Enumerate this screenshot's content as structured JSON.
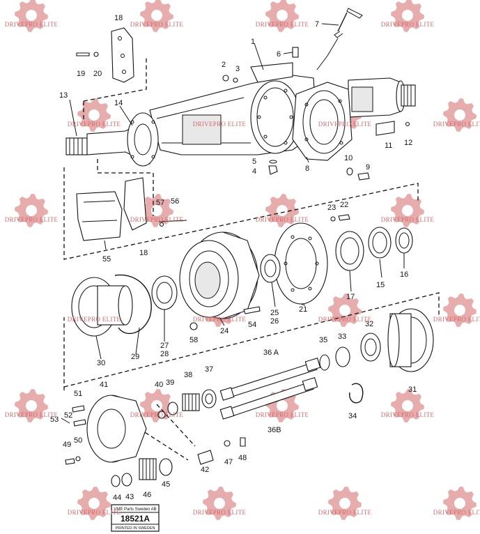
{
  "watermark": {
    "text": "DRIVEPRO ELITE",
    "color": "#d46a6a"
  },
  "parts": [
    {
      "id": "p1",
      "number": "1"
    },
    {
      "id": "p2",
      "number": "2"
    },
    {
      "id": "p3",
      "number": "3"
    },
    {
      "id": "p4",
      "number": "4"
    },
    {
      "id": "p5",
      "number": "5"
    },
    {
      "id": "p6",
      "number": "6"
    },
    {
      "id": "p7",
      "number": "7"
    },
    {
      "id": "p8",
      "number": "8"
    },
    {
      "id": "p9",
      "number": "9"
    },
    {
      "id": "p10",
      "number": "10"
    },
    {
      "id": "p11",
      "number": "11"
    },
    {
      "id": "p12",
      "number": "12"
    },
    {
      "id": "p13",
      "number": "13"
    },
    {
      "id": "p14",
      "number": "14"
    },
    {
      "id": "p15",
      "number": "15"
    },
    {
      "id": "p16",
      "number": "16"
    },
    {
      "id": "p17",
      "number": "17"
    },
    {
      "id": "p18a",
      "number": "18"
    },
    {
      "id": "p18b",
      "number": "18"
    },
    {
      "id": "p19",
      "number": "19"
    },
    {
      "id": "p20",
      "number": "20"
    },
    {
      "id": "p21",
      "number": "21"
    },
    {
      "id": "p22",
      "number": "22"
    },
    {
      "id": "p23",
      "number": "23"
    },
    {
      "id": "p24",
      "number": "24"
    },
    {
      "id": "p25",
      "number": "25"
    },
    {
      "id": "p26",
      "number": "26"
    },
    {
      "id": "p27",
      "number": "27"
    },
    {
      "id": "p28",
      "number": "28"
    },
    {
      "id": "p29",
      "number": "29"
    },
    {
      "id": "p30",
      "number": "30"
    },
    {
      "id": "p31",
      "number": "31"
    },
    {
      "id": "p32",
      "number": "32"
    },
    {
      "id": "p33",
      "number": "33"
    },
    {
      "id": "p34",
      "number": "34"
    },
    {
      "id": "p35",
      "number": "35"
    },
    {
      "id": "p36a",
      "number": "36 A"
    },
    {
      "id": "p36b",
      "number": "36B"
    },
    {
      "id": "p37",
      "number": "37"
    },
    {
      "id": "p38",
      "number": "38"
    },
    {
      "id": "p39",
      "number": "39"
    },
    {
      "id": "p40",
      "number": "40"
    },
    {
      "id": "p41",
      "number": "41"
    },
    {
      "id": "p42",
      "number": "42"
    },
    {
      "id": "p43",
      "number": "43"
    },
    {
      "id": "p44",
      "number": "44"
    },
    {
      "id": "p45",
      "number": "45"
    },
    {
      "id": "p46",
      "number": "46"
    },
    {
      "id": "p47",
      "number": "47"
    },
    {
      "id": "p48",
      "number": "48"
    },
    {
      "id": "p49",
      "number": "49"
    },
    {
      "id": "p50",
      "number": "50"
    },
    {
      "id": "p51",
      "number": "51"
    },
    {
      "id": "p52",
      "number": "52"
    },
    {
      "id": "p53",
      "number": "53"
    },
    {
      "id": "p54",
      "number": "54"
    },
    {
      "id": "p55",
      "number": "55"
    },
    {
      "id": "p56",
      "number": "56"
    },
    {
      "id": "p57",
      "number": "57"
    },
    {
      "id": "p58",
      "number": "58"
    }
  ],
  "title_block": {
    "company": "VME Parts Sweden AB",
    "drawing_number": "18521A",
    "printed": "PRINTED IN SWEDEN"
  }
}
